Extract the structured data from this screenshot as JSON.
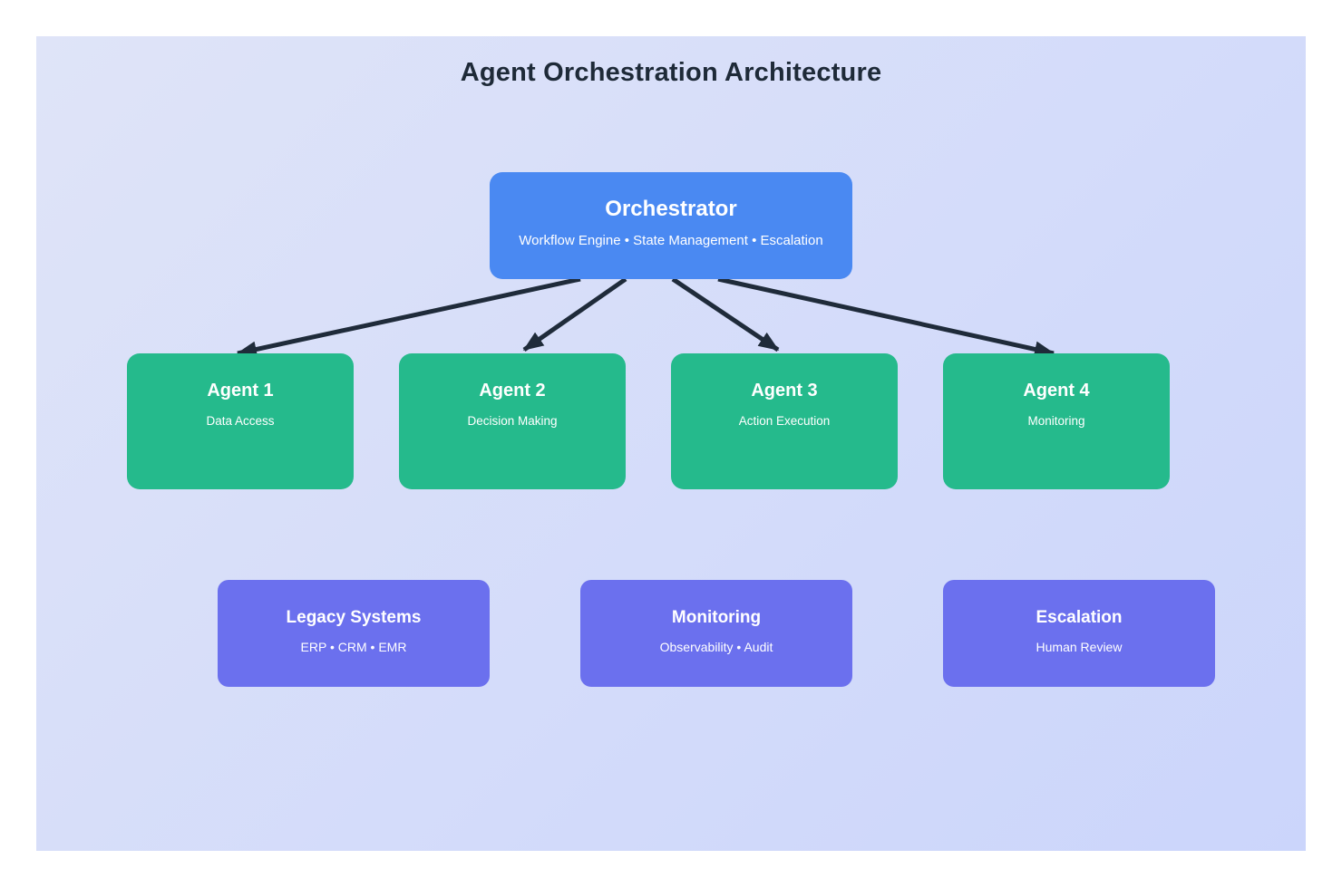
{
  "title": "Agent Orchestration Architecture",
  "orchestrator": {
    "title": "Orchestrator",
    "subtitle": "Workflow Engine • State Management • Escalation"
  },
  "agents": [
    {
      "title": "Agent 1",
      "subtitle": "Data Access"
    },
    {
      "title": "Agent 2",
      "subtitle": "Decision Making"
    },
    {
      "title": "Agent 3",
      "subtitle": "Action Execution"
    },
    {
      "title": "Agent 4",
      "subtitle": "Monitoring"
    }
  ],
  "support": [
    {
      "title": "Legacy Systems",
      "subtitle": "ERP • CRM • EMR"
    },
    {
      "title": "Monitoring",
      "subtitle": "Observability • Audit"
    },
    {
      "title": "Escalation",
      "subtitle": "Human Review"
    }
  ],
  "colors": {
    "canvas-top": "#dfe4f8",
    "canvas-bottom": "#cbd5fb",
    "orchestrator": "#4a89f2",
    "agent": "#25ba8c",
    "support": "#6b70ee",
    "arrow": "#1f2b3a",
    "title-text": "#1e2a38",
    "box-text": "#ffffff"
  }
}
